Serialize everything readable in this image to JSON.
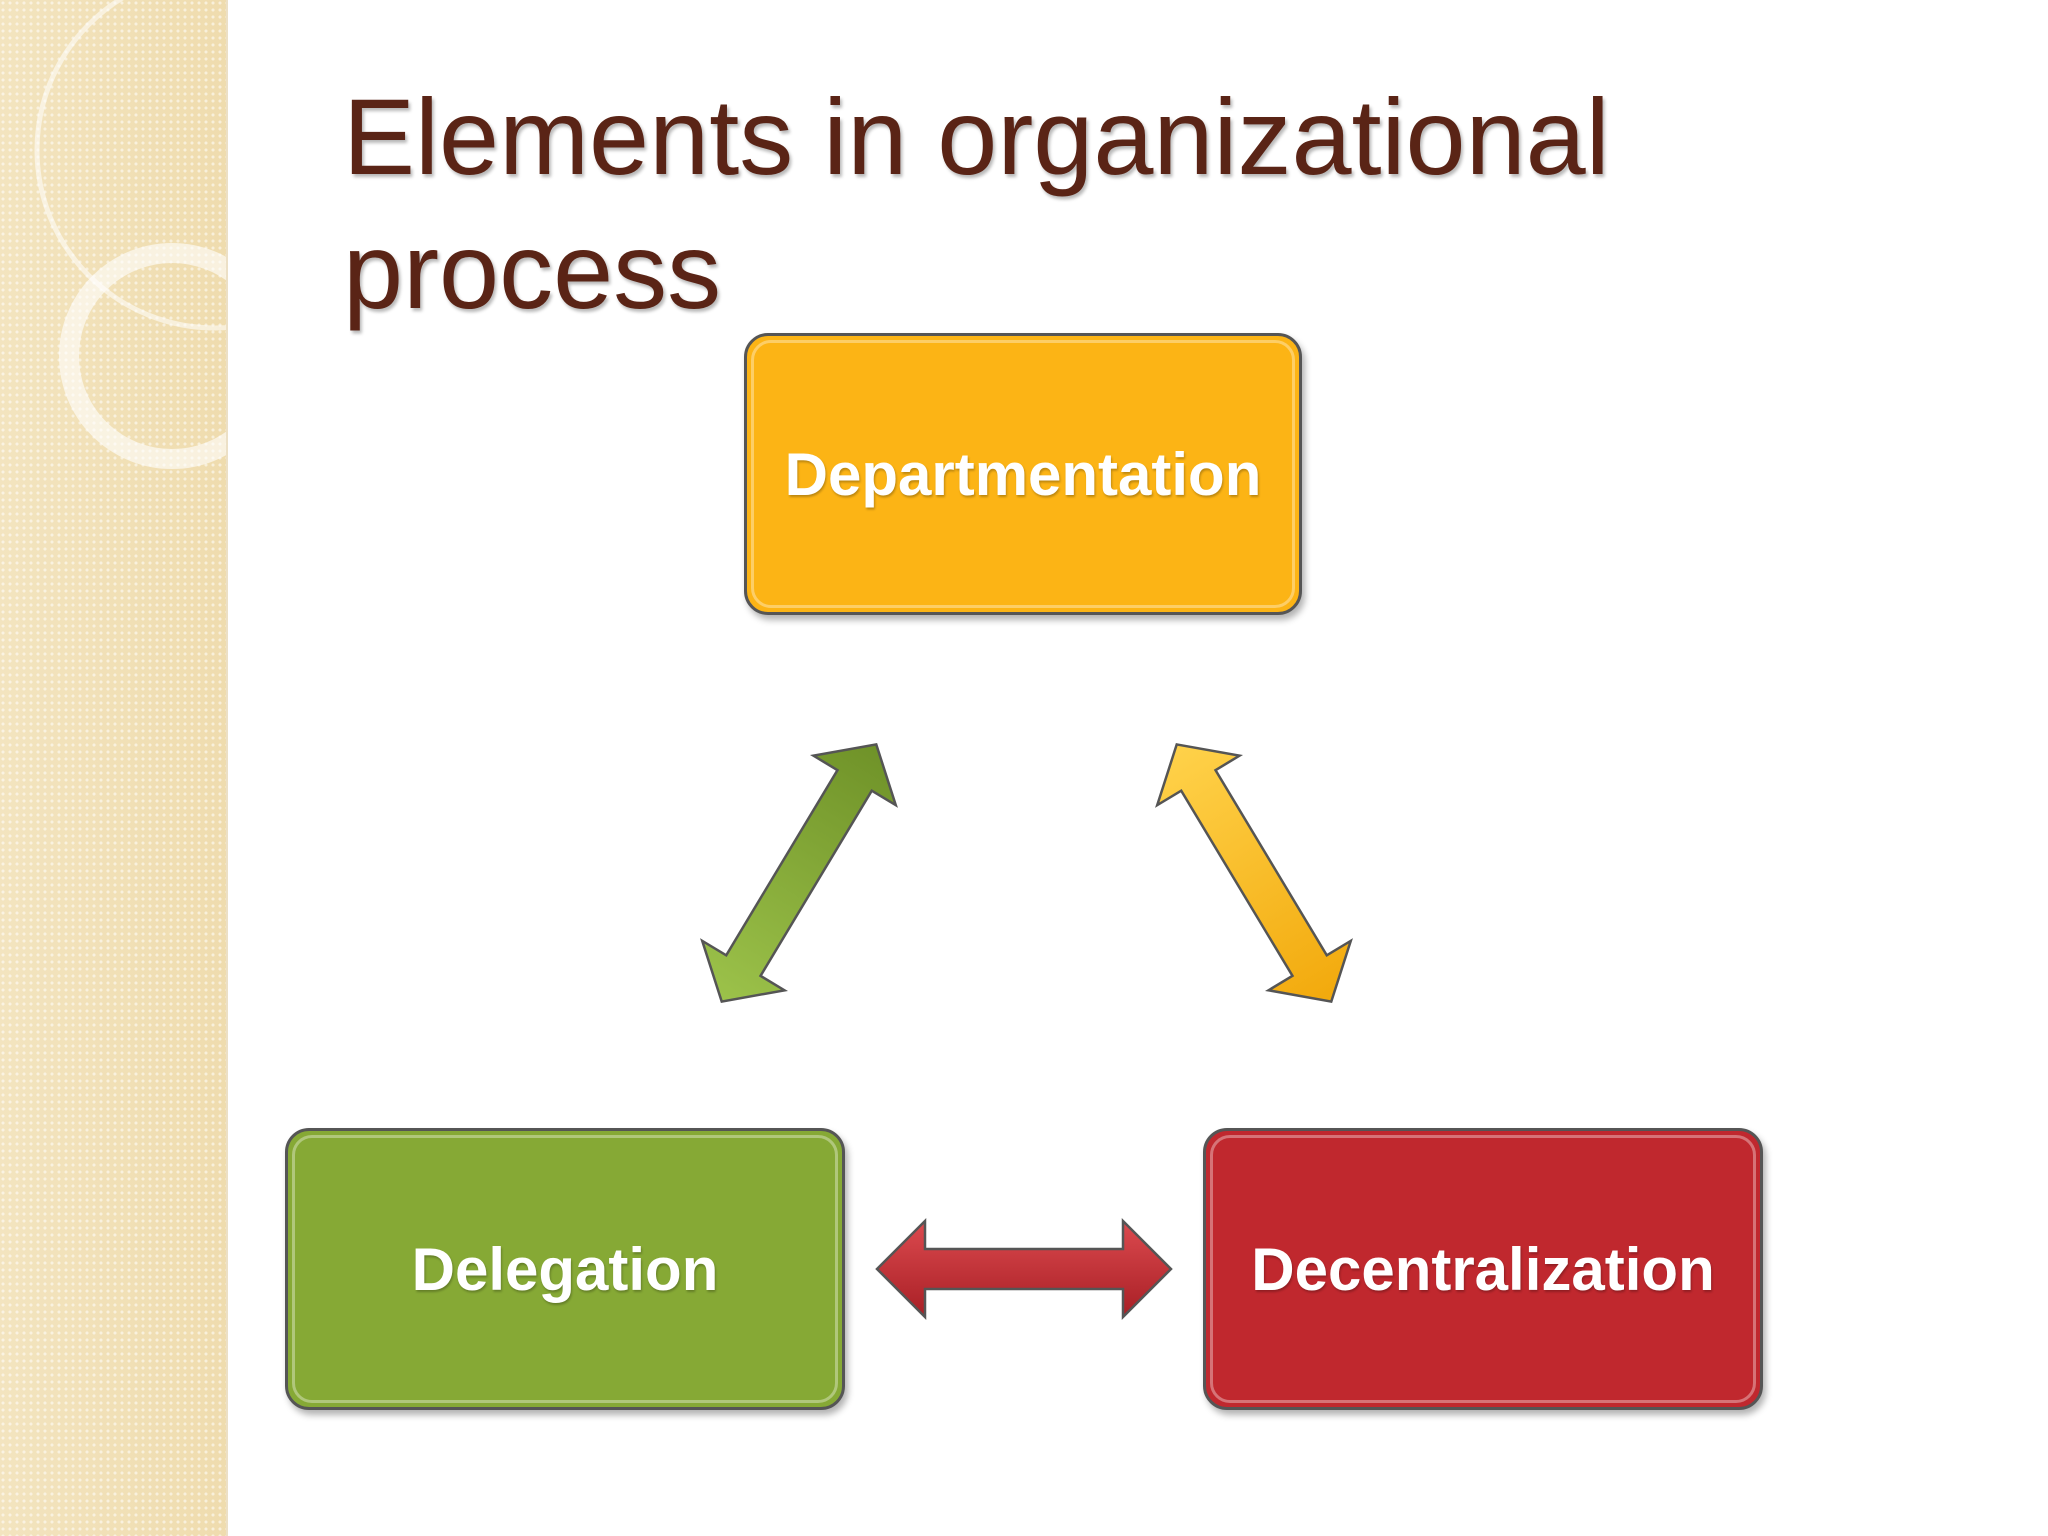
{
  "slide": {
    "title": "Elements in organizational process"
  },
  "diagram": {
    "nodes": [
      {
        "id": "departmentation",
        "label": "Departmentation",
        "color": "#fcb415"
      },
      {
        "id": "delegation",
        "label": "Delegation",
        "color": "#86a935"
      },
      {
        "id": "decentralization",
        "label": "Decentralization",
        "color": "#c0282e"
      }
    ],
    "edges": [
      {
        "from": "departmentation",
        "to": "delegation",
        "type": "bidirectional",
        "color": "#86a935"
      },
      {
        "from": "departmentation",
        "to": "decentralization",
        "type": "bidirectional",
        "color": "#fcb415"
      },
      {
        "from": "delegation",
        "to": "decentralization",
        "type": "bidirectional",
        "color": "#c0282e"
      }
    ]
  },
  "theme": {
    "title_color": "#5a2416",
    "side_panel_color": "#f2e1b8"
  }
}
